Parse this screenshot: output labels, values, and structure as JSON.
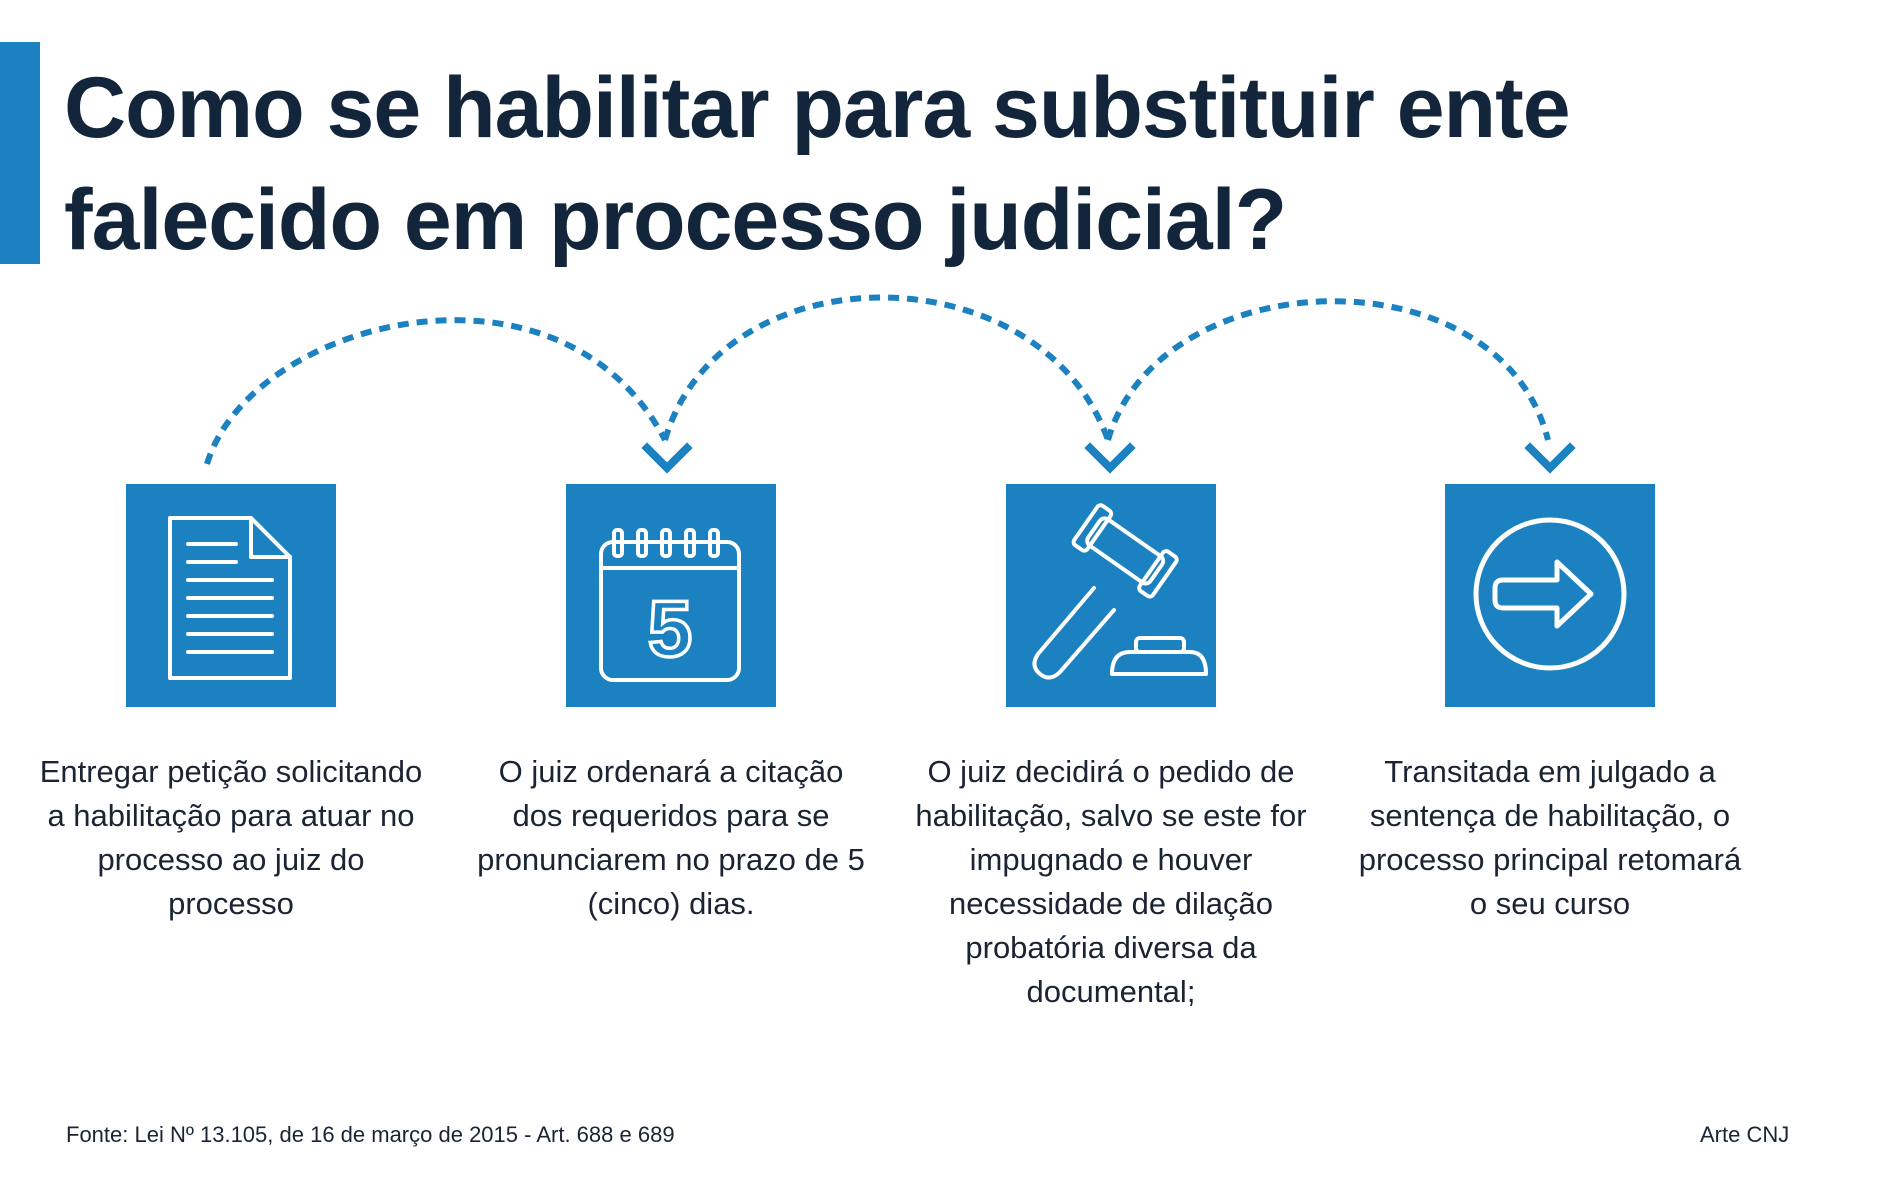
{
  "title": {
    "line1": "Como se habilitar para substituir ente",
    "line2": "falecido em processo judicial?"
  },
  "colors": {
    "accent": "#1b81c0",
    "title_text": "#13253a",
    "body_text": "#1a2433",
    "icon_stroke": "#ffffff"
  },
  "steps": [
    {
      "icon": "document-icon",
      "text": "Entregar petição solicitando a habilitação para atuar no processo ao juiz do processo"
    },
    {
      "icon": "calendar-icon",
      "calendar_number": "5",
      "text": "O juiz ordenará a citação dos requeridos para se pronunciarem no prazo de 5 (cinco) dias."
    },
    {
      "icon": "gavel-icon",
      "text": "O juiz decidirá o pedido de habilitação, salvo se este for impugnado e houver necessidade de dilação probatória diversa da documental;"
    },
    {
      "icon": "arrow-circle-icon",
      "text": "Transitada em julgado a sentença de habilitação, o processo principal retomará o seu curso"
    }
  ],
  "footer": {
    "source": "Fonte: Lei Nº 13.105, de 16 de março de 2015 - Art. 688 e 689",
    "credit": "Arte CNJ"
  }
}
